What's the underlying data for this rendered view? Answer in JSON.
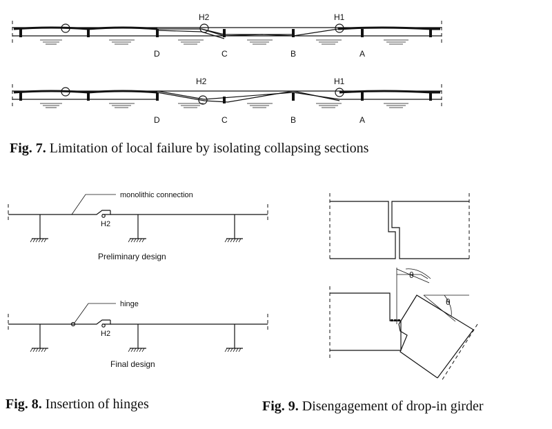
{
  "fig7": {
    "top_hinges": [
      "H2",
      "H1"
    ],
    "top_supports": [
      "D",
      "C",
      "B",
      "A"
    ],
    "bottom_hinges": [
      "H2",
      "H1"
    ],
    "bottom_supports": [
      "D",
      "C",
      "B",
      "A"
    ],
    "caption_bold": "Fig. 7.",
    "caption_text": " Limitation of local failure by isolating collapsing sections"
  },
  "fig8": {
    "prelim_callout": "monolithic connection",
    "prelim_hinge": "H2",
    "prelim_title": "Preliminary design",
    "final_callout": "hinge",
    "final_hinge": "H2",
    "final_title": "Final design",
    "caption_bold": "Fig. 8.",
    "caption_text": " Insertion of hinges"
  },
  "fig9": {
    "angle_label_1": "θ",
    "angle_label_2": "θ",
    "caption_bold": "Fig. 9.",
    "caption_text": " Disengagement of drop-in girder"
  }
}
